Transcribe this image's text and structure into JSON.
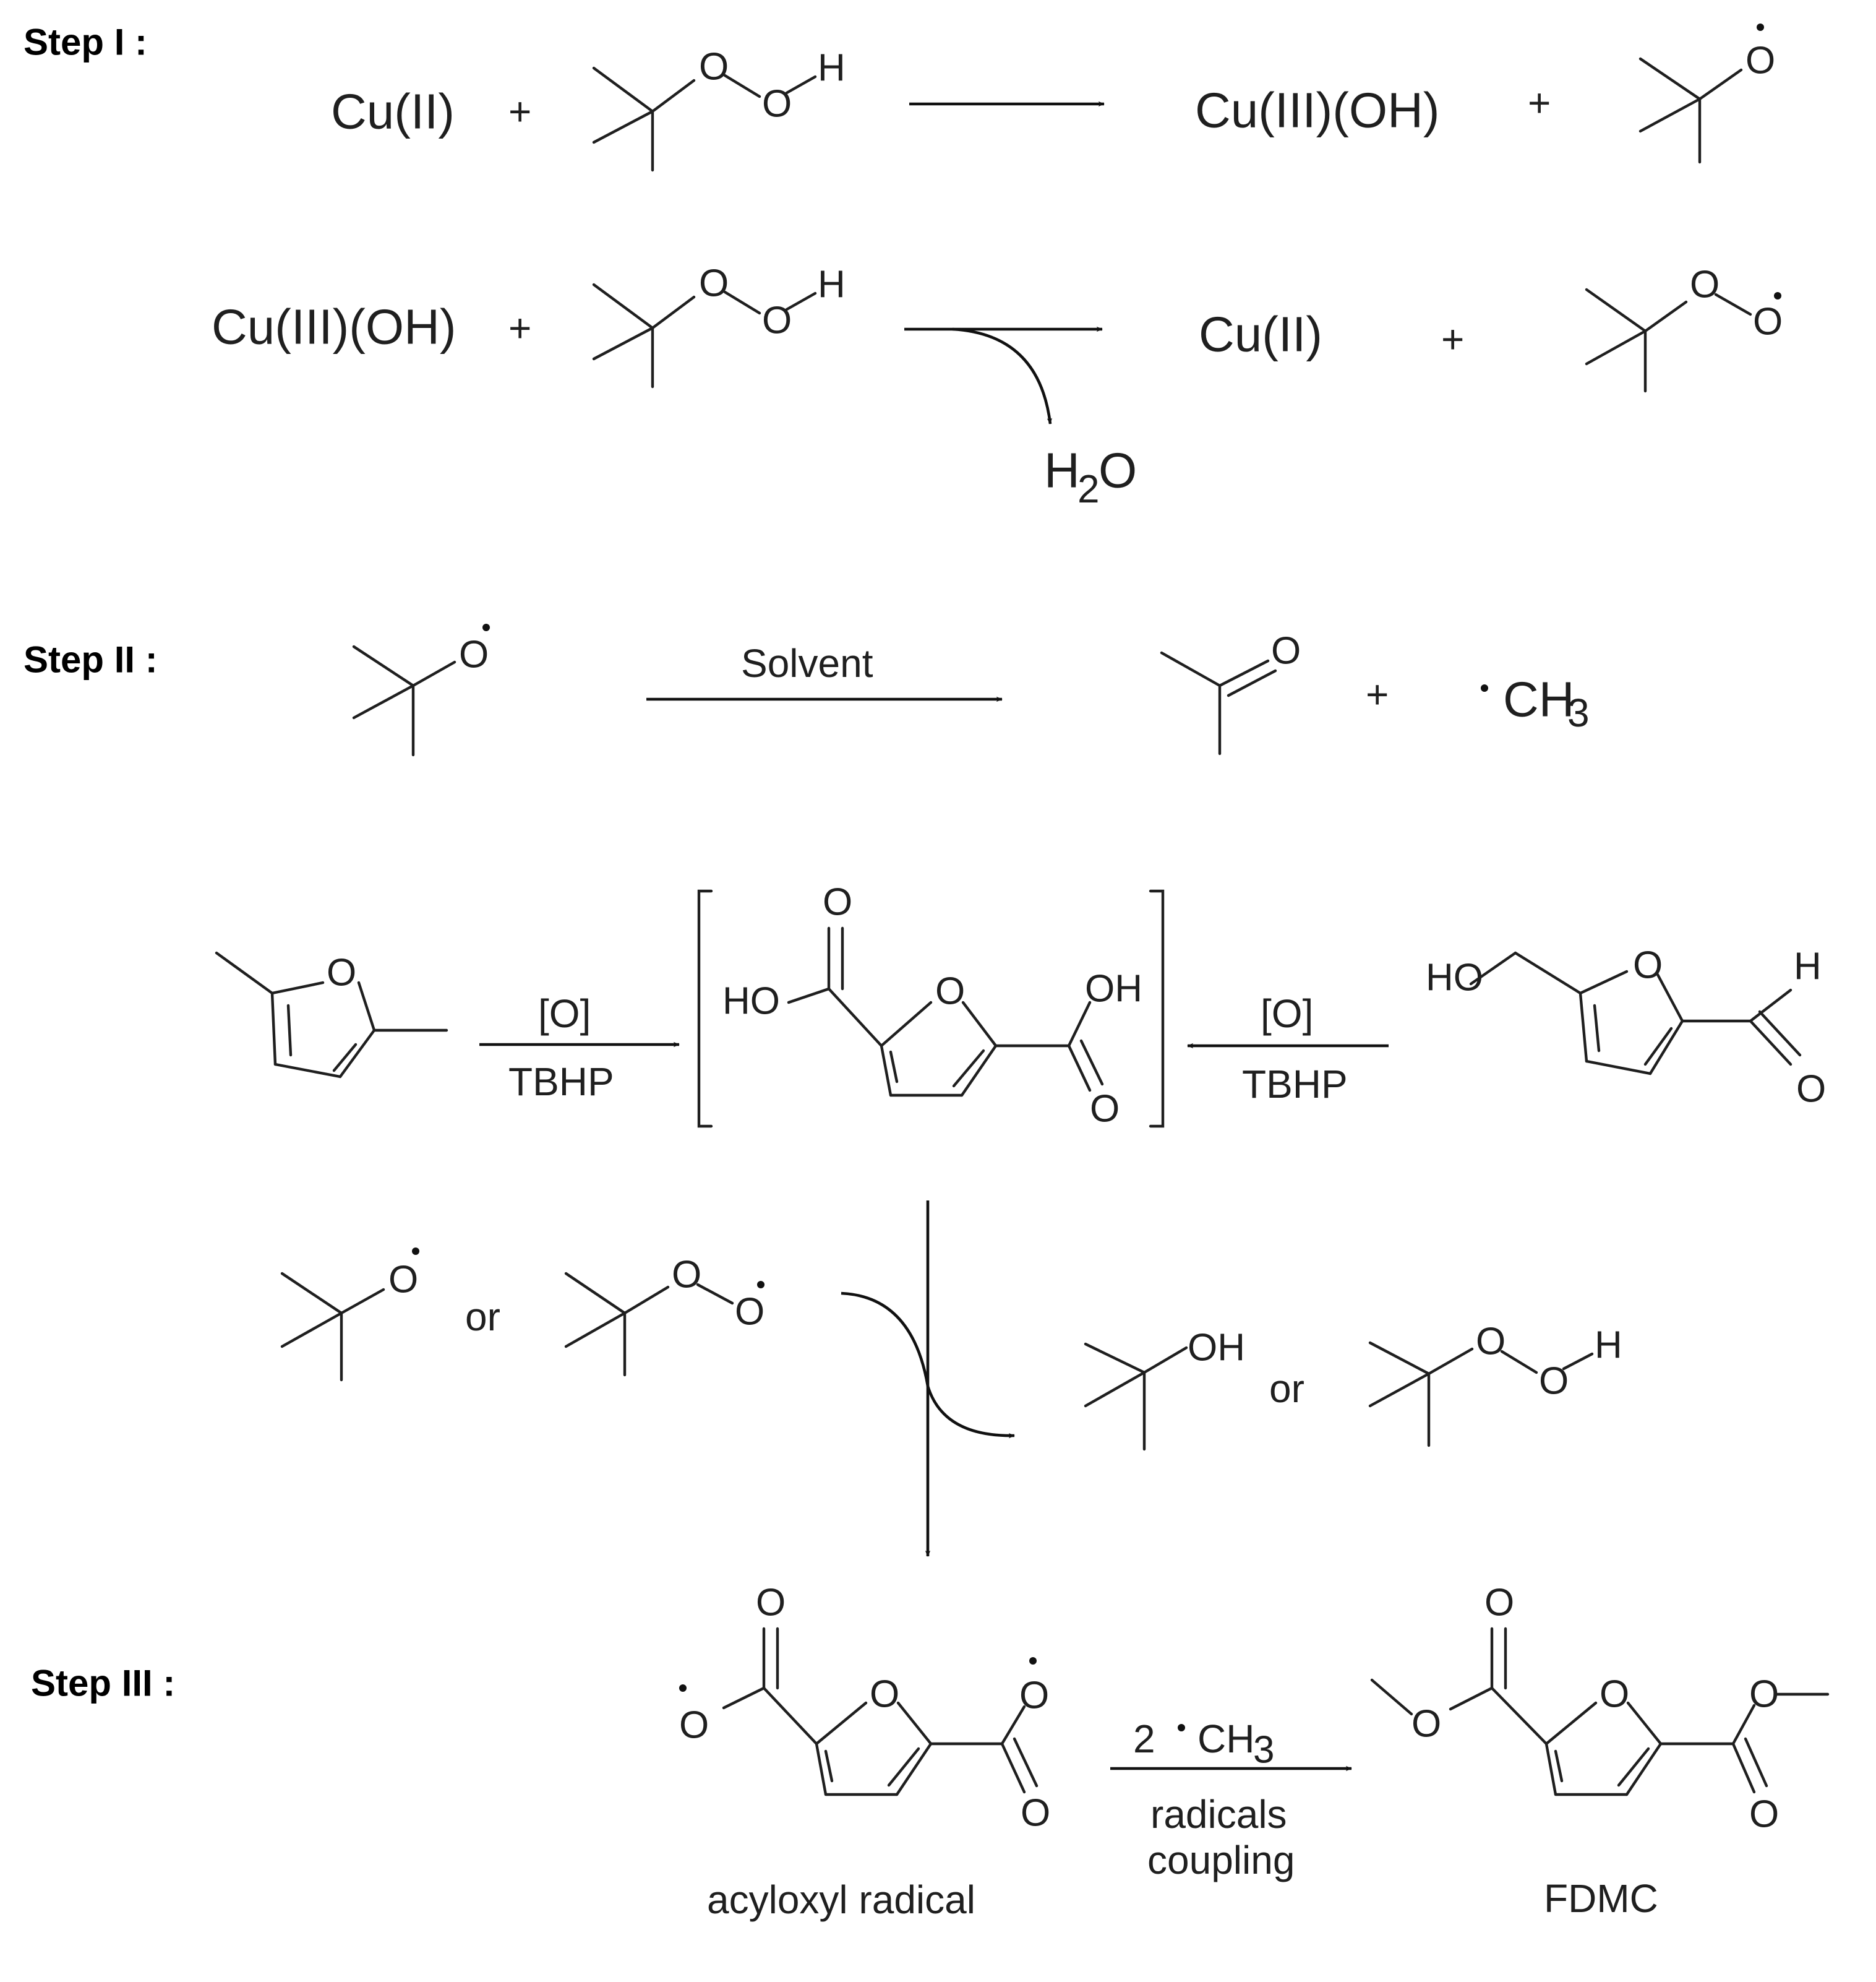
{
  "steps": {
    "step1": "Step I :",
    "step2": "Step II :",
    "step3": "Step III :"
  },
  "species": {
    "cu2": "Cu(II)",
    "cu3oh": "Cu(III)(OH)",
    "h2o_h": "H",
    "h2o_sub": "2",
    "h2o_o": "O",
    "ch3": "CH",
    "ch3_sub": "3",
    "two": "2",
    "plus": "+",
    "or": "or"
  },
  "atoms": {
    "O": "O",
    "H": "H",
    "OH": "OH",
    "HO": "HO"
  },
  "conditions": {
    "solvent": "Solvent",
    "ox": "[O]",
    "tbhp": "TBHP",
    "radicals": "radicals",
    "coupling": "coupling"
  },
  "labels": {
    "acyloxyl": "acyloxyl radical",
    "fdmc": "FDMC"
  },
  "colors": {
    "ink": "#1f1f1f",
    "background": "#ffffff"
  }
}
